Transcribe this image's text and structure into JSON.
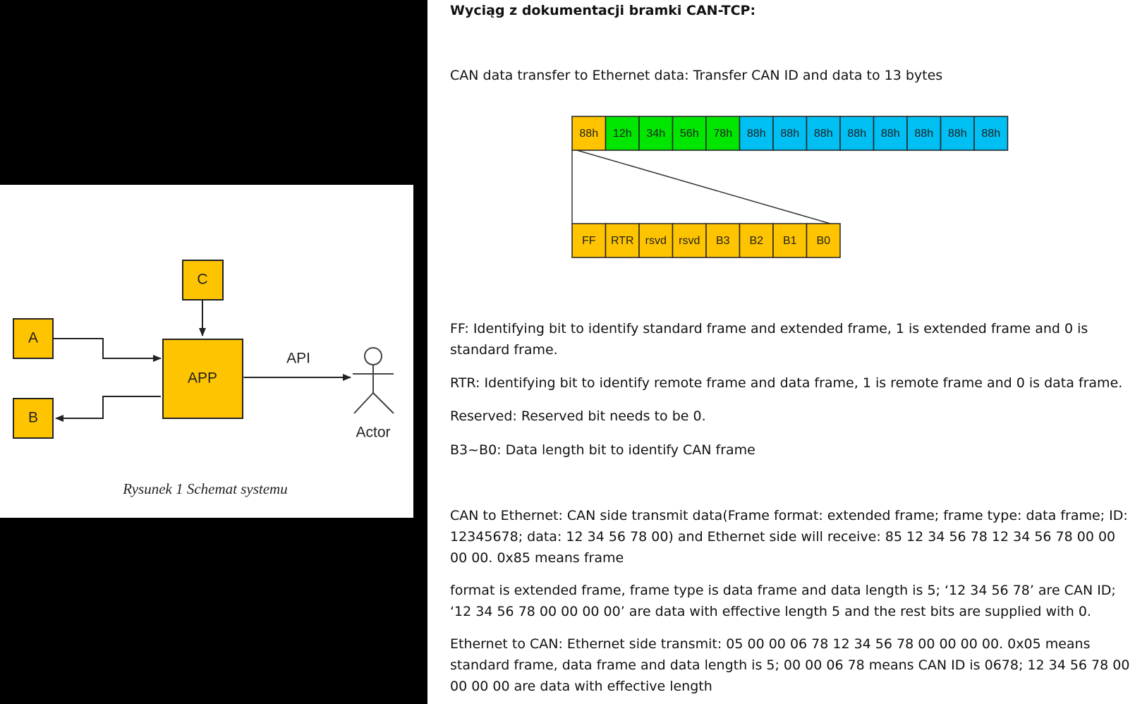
{
  "left_diagram": {
    "boxes": {
      "A": "A",
      "B": "B",
      "C": "C",
      "APP": "APP"
    },
    "api_label": "API",
    "actor_label": "Actor",
    "caption": "Rysunek 1 Schemat systemu",
    "colors": {
      "box_fill": "#FFC400"
    }
  },
  "doc": {
    "title": "Wyciąg z dokumentacji bramki CAN-TCP:",
    "intro": "CAN data transfer to Ethernet data: Transfer CAN ID and data to 13 bytes",
    "byte_cells": [
      {
        "label": "88h",
        "color": "#FFC400"
      },
      {
        "label": "12h",
        "color": "#00E600"
      },
      {
        "label": "34h",
        "color": "#00E600"
      },
      {
        "label": "56h",
        "color": "#00E600"
      },
      {
        "label": "78h",
        "color": "#00E600"
      },
      {
        "label": "88h",
        "color": "#00BFF3"
      },
      {
        "label": "88h",
        "color": "#00BFF3"
      },
      {
        "label": "88h",
        "color": "#00BFF3"
      },
      {
        "label": "88h",
        "color": "#00BFF3"
      },
      {
        "label": "88h",
        "color": "#00BFF3"
      },
      {
        "label": "88h",
        "color": "#00BFF3"
      },
      {
        "label": "88h",
        "color": "#00BFF3"
      },
      {
        "label": "88h",
        "color": "#00BFF3"
      }
    ],
    "bit_cells": [
      "FF",
      "RTR",
      "rsvd",
      "rsvd",
      "B3",
      "B2",
      "B1",
      "B0"
    ],
    "ff": "FF: Identifying bit to identify standard frame and extended frame, 1 is extended frame and 0 is standard frame.",
    "rtr": "RTR: Identifying bit to identify remote frame and data frame, 1 is remote frame and 0 is data frame.",
    "reserved": "Reserved: Reserved bit needs to be 0.",
    "b3b0": "B3~B0: Data length bit to identify CAN frame",
    "can_to_eth": "CAN to Ethernet: CAN side transmit data(Frame format: extended frame; frame type: data frame; ID: 12345678; data: 12 34 56 78 00) and Ethernet side will receive: 85 12 34 56 78 12 34 56 78 00 00 00 00. 0x85 means frame",
    "format": "format is extended frame, frame type is data frame and data length is 5; ‘12 34 56 78’ are CAN ID; ‘12 34 56 78 00 00 00 00’ are data with effective length 5 and the rest bits are supplied with 0.",
    "eth_to_can": "Ethernet to CAN: Ethernet side transmit: 05 00 00 06 78 12 34 56 78 00 00 00 00. 0x05 means standard frame, data frame and data length is 5; 00 00 06 78 means CAN ID is 0678; 12 34 56 78 00 00 00 00 are data with effective length"
  }
}
